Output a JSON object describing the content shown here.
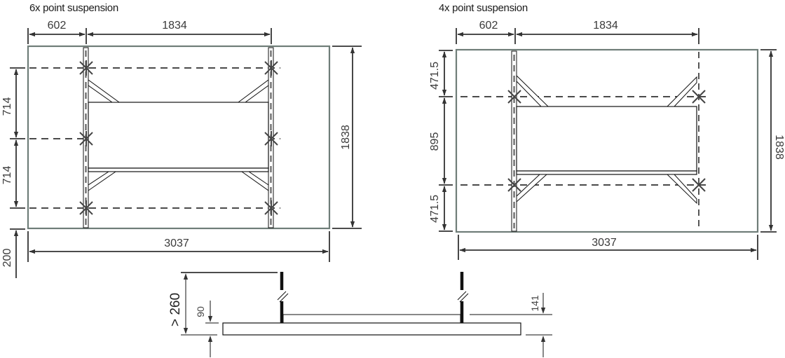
{
  "left_view": {
    "title": "6x point suspension",
    "dim_left_offset": "602",
    "dim_rail_spacing": "1834",
    "dim_height": "1838",
    "dim_width": "3037",
    "dim_vert_top": "714",
    "dim_vert_bottom": "714",
    "dim_below": "200",
    "suspension_points": 6
  },
  "right_view": {
    "title": "4x point suspension",
    "dim_left_offset": "602",
    "dim_rail_spacing": "1834",
    "dim_height": "1838",
    "dim_width": "3037",
    "dim_vert_top": "471.5",
    "dim_vert_middle": "895",
    "dim_vert_bottom": "471.5",
    "suspension_points": 4
  },
  "section_view": {
    "dim_clearance": "> 260",
    "dim_panel_thickness": "90",
    "dim_offset": "141"
  }
}
